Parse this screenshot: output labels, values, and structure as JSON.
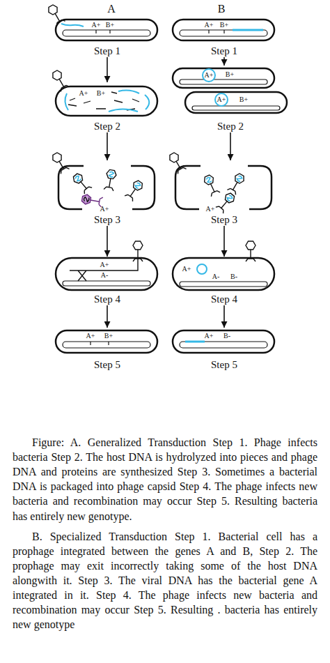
{
  "diagram": {
    "caption": "Figure: A. Generalized Transduction Step 1. Phage infects bacteria Step 2. The host DNA is hydrolyzed into pieces and phage DNA and proteins are synthesized Step 3. Sometimes a bacterial DNA is packaged into phage capsid Step 4. The phage infects new bacteria and recombination may occur Step 5. Resulting bacteria has entirely new genotype.",
    "nodes": [
      {
        "text": [
          "Step 1"
        ]
      },
      {
        "text": [
          "Step 2"
        ]
      },
      {
        "text": [
          "Step 3"
        ]
      },
      {
        "text": [
          "Step 4"
        ]
      },
      {
        "text": [
          "Step 5"
        ]
      },
      {
        "text": [
          "Step 1"
        ]
      },
      {
        "text": [
          "Step 2"
        ]
      },
      {
        "text": [
          "Step 3"
        ]
      },
      {
        "text": [
          "Step 4"
        ]
      },
      {
        "text": [
          "Step 5"
        ]
      }
    ],
    "edges": [
      {
        "from": 0,
        "to": 1,
        "arrow": "to"
      },
      {
        "from": 1,
        "to": 2,
        "arrow": "to"
      },
      {
        "from": 2,
        "to": 3,
        "arrow": "to"
      },
      {
        "from": 3,
        "to": 4,
        "arrow": "to"
      },
      {
        "from": 5,
        "to": 6,
        "arrow": "to"
      },
      {
        "from": 6,
        "to": 7,
        "arrow": "to"
      },
      {
        "from": 7,
        "to": 8,
        "arrow": "to"
      },
      {
        "from": 8,
        "to": 9,
        "arrow": "to"
      }
    ],
    "labels": [
      "A",
      "B",
      "A+",
      "B+",
      "A+",
      "B+",
      "A+",
      "A+",
      "A-",
      "A+",
      "B+",
      "A+",
      "B+",
      "A+",
      "B+",
      "A+",
      "B+",
      "A+",
      "A+",
      "A-",
      "B-",
      "A+",
      "B-",
      "B. Specialized Transduction Step 1. Bacterial cell has a prophage integrated between the genes A and B, Step 2. The prophage may exit incorrectly taking some of the host DNA alongwith it. Step 3. The viral DNA has the bacterial gene A integrated in it. Step 4. The phage infects new bacteria and recombination may occur Step 5. Resulting . bacteria has entirely new genotype"
    ]
  }
}
